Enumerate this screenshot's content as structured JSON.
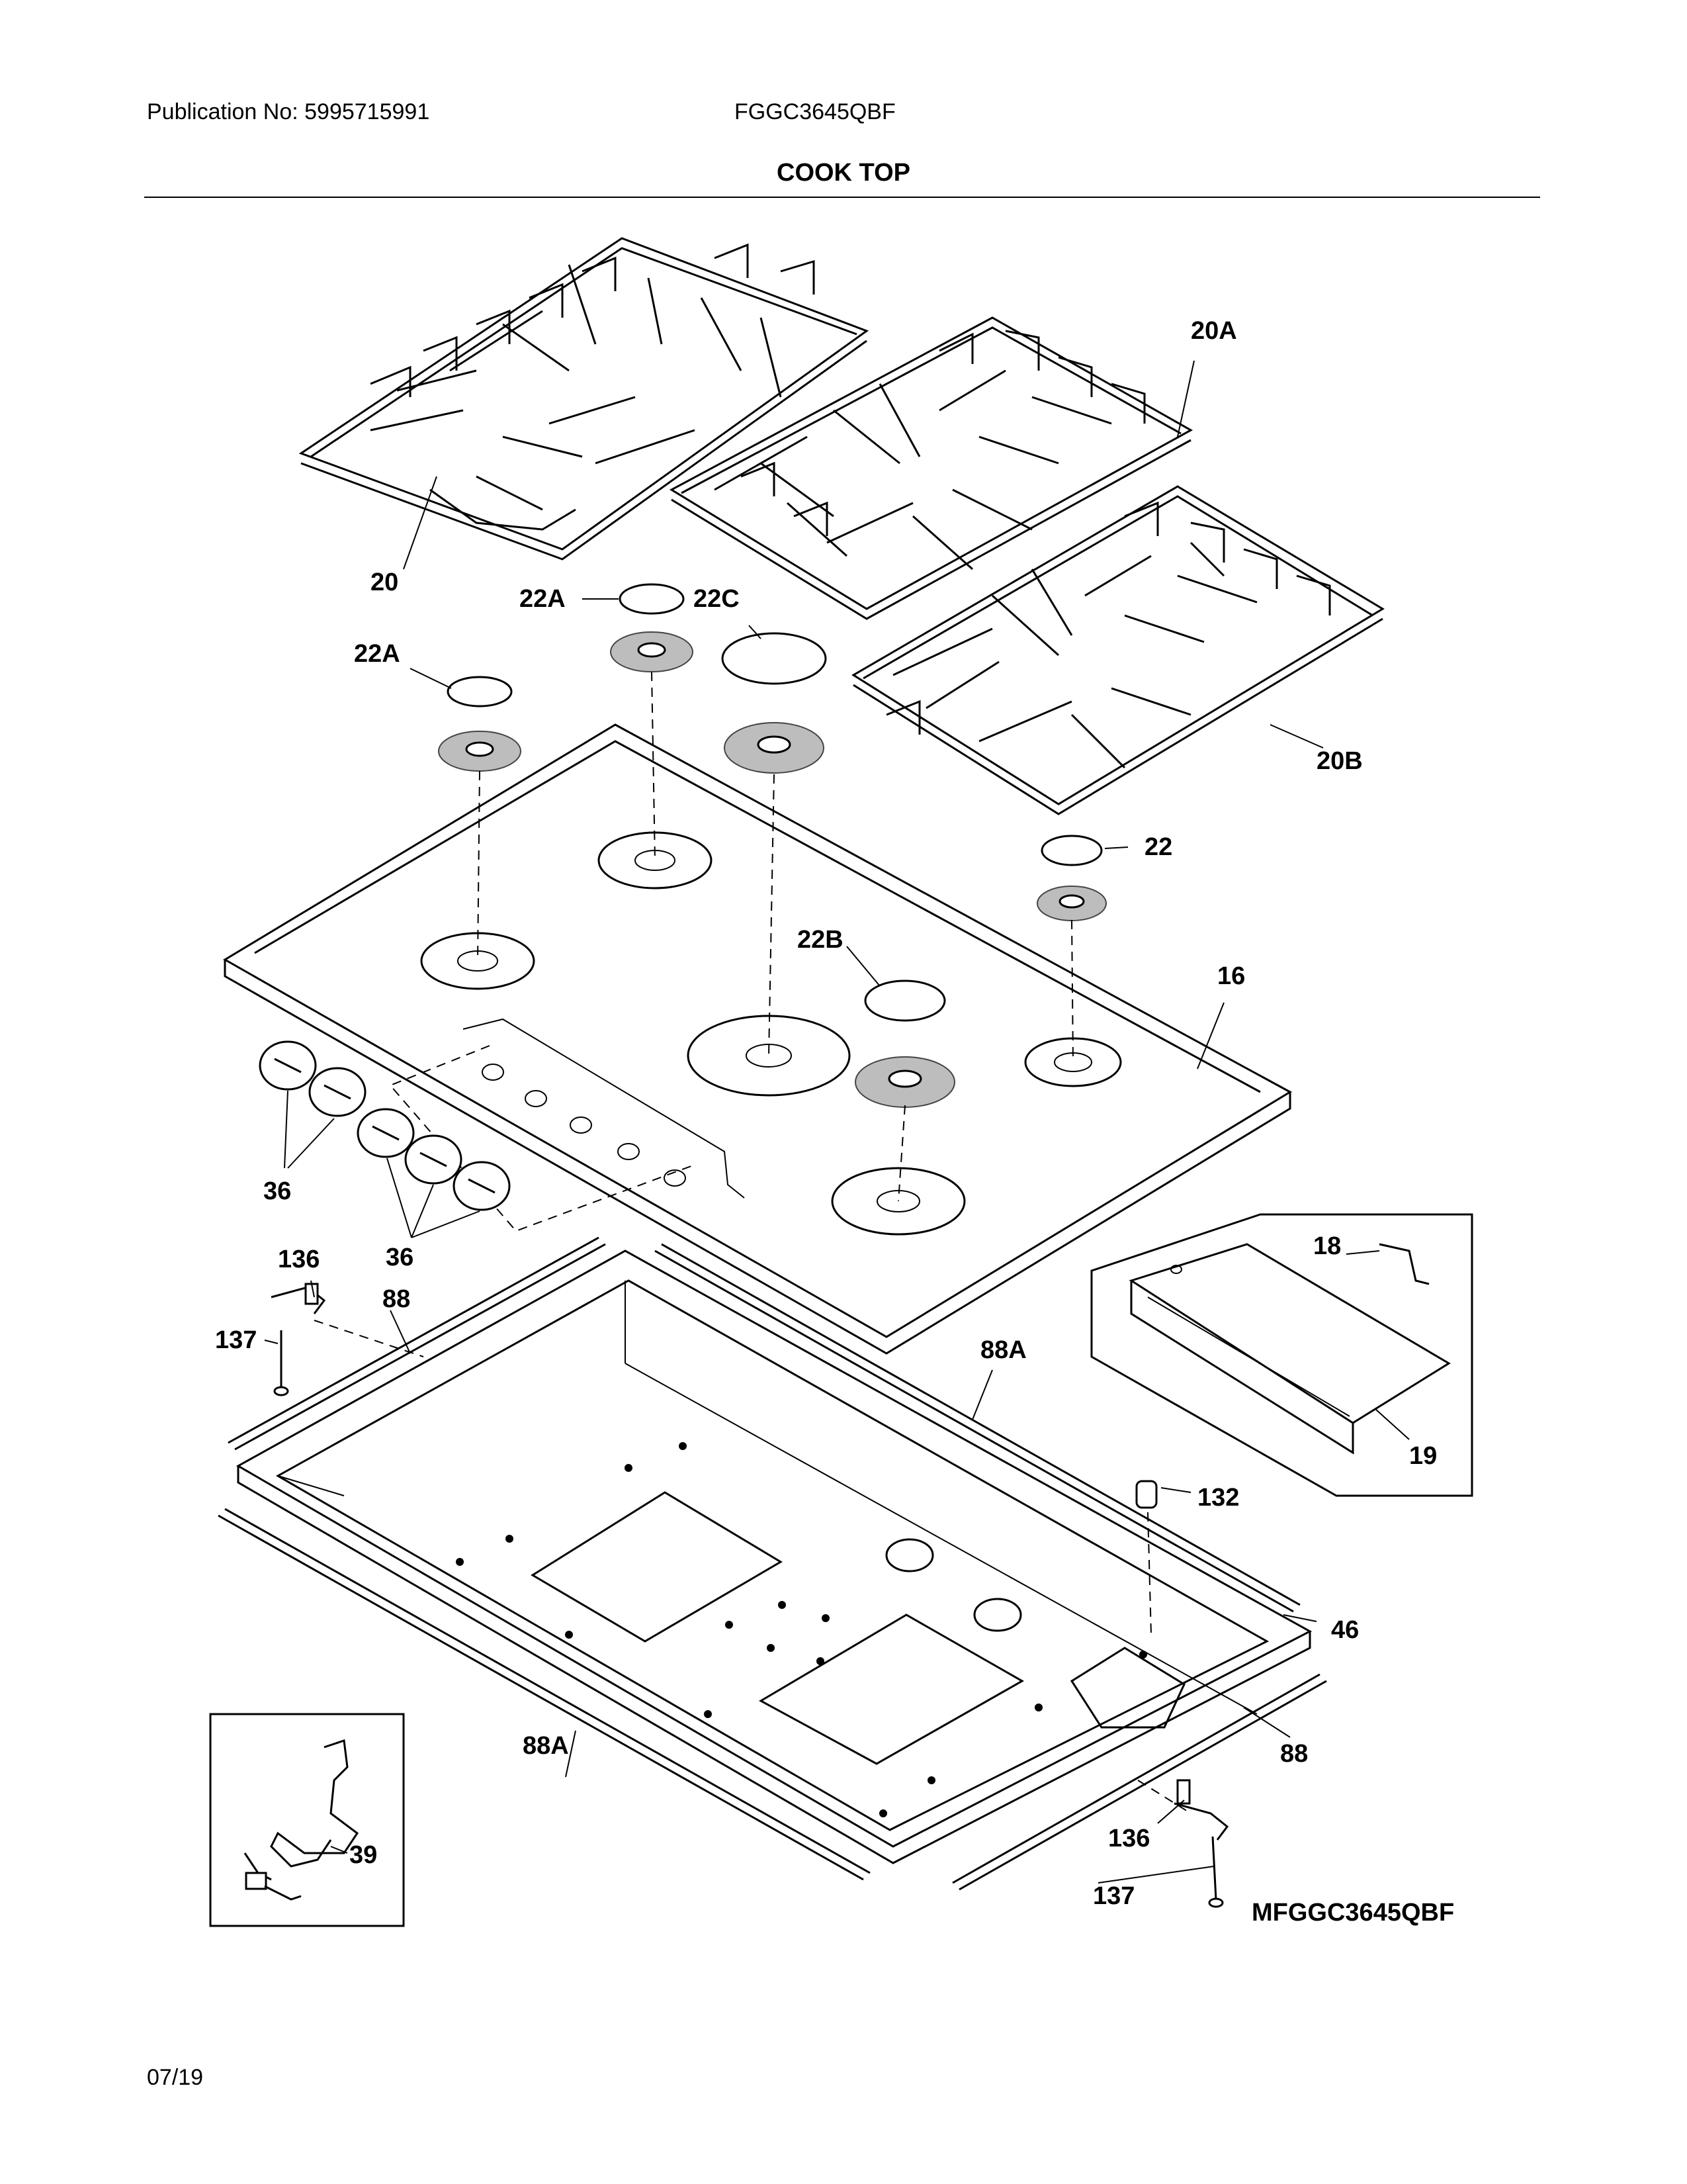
{
  "header": {
    "publication": "Publication No: 5995715991",
    "model": "FGGC3645QBF",
    "section_title": "COOK TOP"
  },
  "footer": {
    "date": "07/19",
    "diagram_code": "MFGGC3645QBF"
  },
  "callouts": {
    "grate_left": "20",
    "grate_center": "20A",
    "grate_right": "20B",
    "cap_22a_center": "22A",
    "cap_22a_left": "22A",
    "cap_22c": "22C",
    "cap_22": "22",
    "cap_22b": "22B",
    "cooktop_16": "16",
    "knobs_left": "36",
    "knobs_right": "36",
    "bracket_136_top": "136",
    "bracket_136_bottom": "136",
    "screw_137_top": "137",
    "screw_137_bottom": "137",
    "trim_88_top": "88",
    "trim_88_right": "88",
    "trim_88a_top": "88A",
    "trim_88a_bottom": "88A",
    "box_18": "18",
    "box_19": "19",
    "part_132": "132",
    "pan_46": "46",
    "cord_39": "39"
  }
}
